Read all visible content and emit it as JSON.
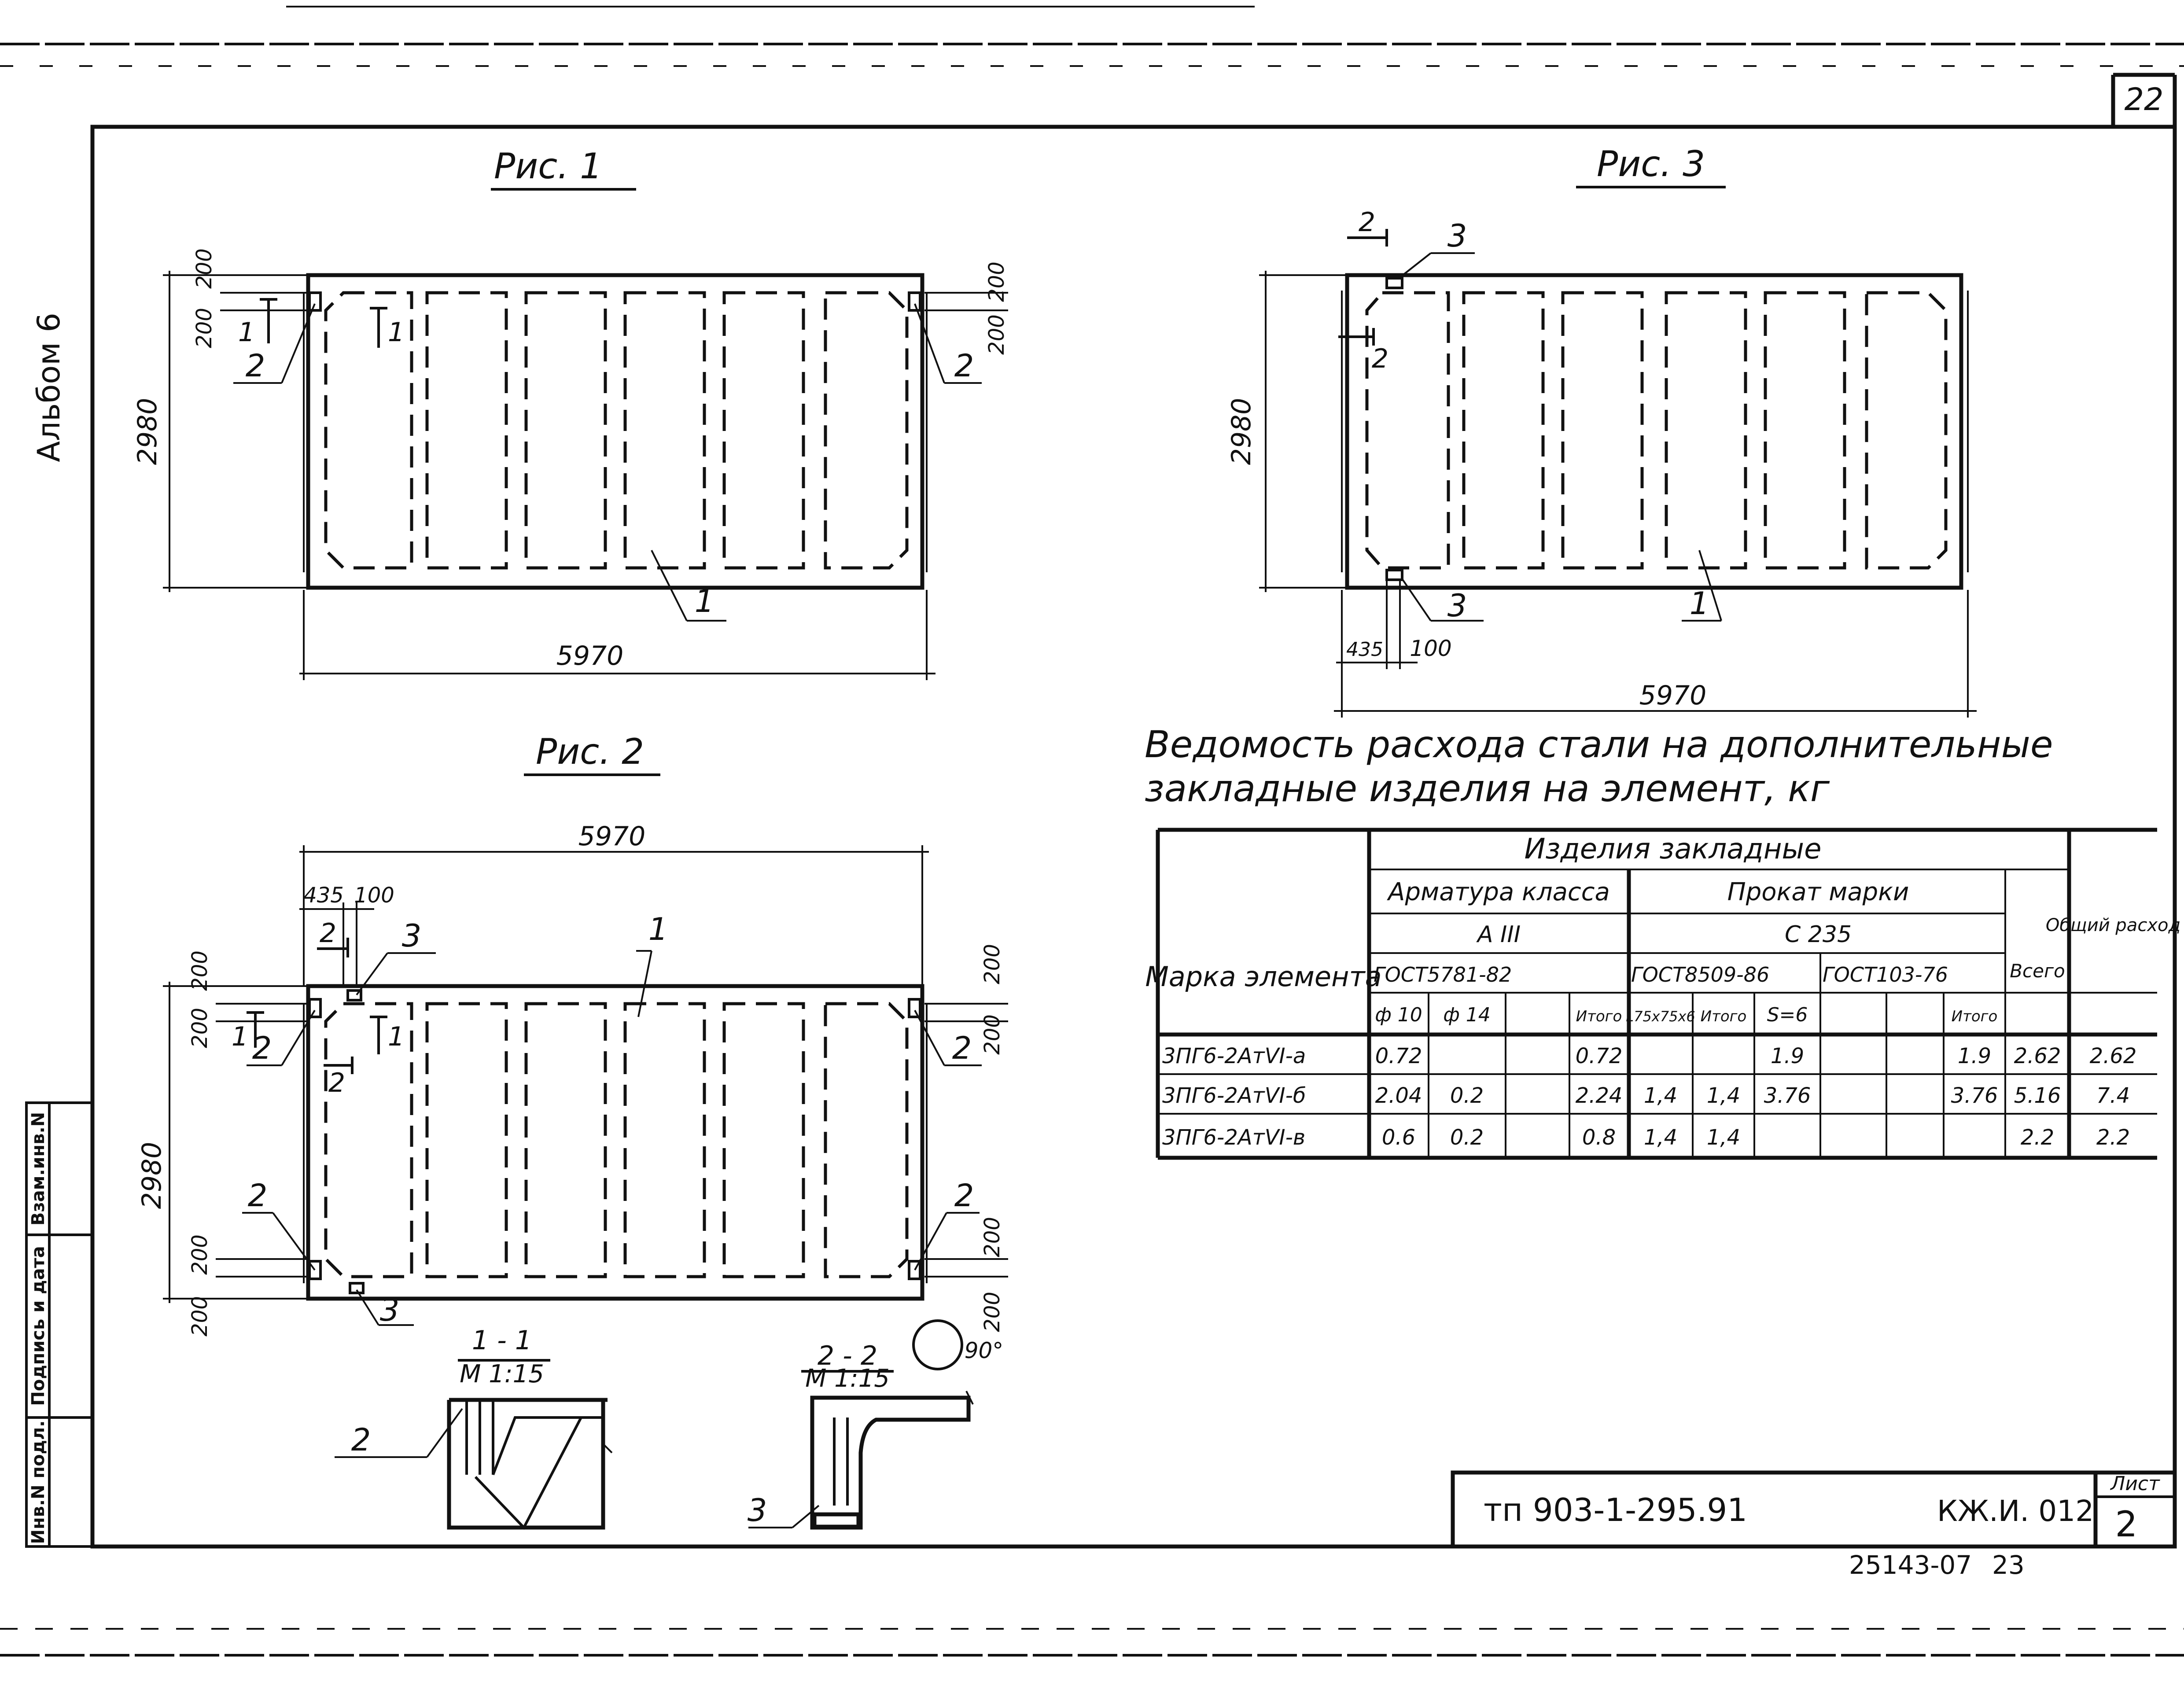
{
  "sheet": {
    "page_number": "22",
    "album_label": "Альбом 6",
    "doc_code": "тп 903-1-295.91",
    "doc_mark": "КЖ.И. 012",
    "sheet_label": "Лист",
    "sheet_number": "2",
    "order_number": "25143-07",
    "order_suffix": "23",
    "stamp_fields": [
      "Инв.N подл.",
      "Подпись и дата",
      "Взам.инв.N"
    ]
  },
  "fig1": {
    "title": "Рис. 1",
    "dim_length": "5970",
    "dim_height": "2980",
    "dim_200": "200",
    "section_mark": "1",
    "label_1": "1",
    "label_2": "2"
  },
  "fig2": {
    "title": "Рис. 2",
    "dim_length": "5970",
    "dim_height": "2980",
    "dim_435": "435",
    "dim_100": "100",
    "dim_200": "200",
    "section_mark_1": "1",
    "section_mark_2": "2",
    "label_1": "1",
    "label_2": "2",
    "label_3": "3"
  },
  "fig3": {
    "title": "Рис. 3",
    "dim_length": "5970",
    "dim_height": "2980",
    "dim_435": "435",
    "dim_100": "100",
    "section_mark_2": "2",
    "label_1": "1",
    "label_3": "3"
  },
  "section_1_1": {
    "title": "1 - 1",
    "scale": "М 1:15",
    "label": "2"
  },
  "section_2_2": {
    "title": "2 - 2",
    "scale": "М 1:15",
    "label": "3",
    "rotation": "90°"
  },
  "table": {
    "title_line1": "Ведомость расхода стали на дополнительные",
    "title_line2": "закладные изделия на элемент, кг",
    "header_mark": "Марка элемента",
    "header_items": "Изделия закладные",
    "header_rebar_class": "Арматура класса",
    "rebar_class": "А III",
    "header_rolled": "Прокат марки",
    "rolled_grade": "С 235",
    "gost_rebar": "ГОСТ5781-82",
    "gost_angle": "ГОСТ8509-86",
    "gost_plate": "ГОСТ103-76",
    "col_d10": "ф 10",
    "col_d14": "ф 14",
    "col_total": "Итого",
    "col_angle": "L75x75x6",
    "col_plate": "S=6",
    "col_all": "Всего",
    "col_overall": "Общий расход",
    "rows": [
      {
        "mark": "3ПГ6-2АтVI-а",
        "d10": "0.72",
        "d14": "",
        "rebar_total": "0.72",
        "angle": "",
        "angle_total": "",
        "plate": "1.9",
        "plate_total": "1.9",
        "all": "2.62",
        "overall": "2.62"
      },
      {
        "mark": "3ПГ6-2АтVI-б",
        "d10": "2.04",
        "d14": "0.2",
        "rebar_total": "2.24",
        "angle": "1,4",
        "angle_total": "1,4",
        "plate": "3.76",
        "plate_total": "3.76",
        "all": "5.16",
        "overall": "7.4"
      },
      {
        "mark": "3ПГ6-2АтVI-в",
        "d10": "0.6",
        "d14": "0.2",
        "rebar_total": "0.8",
        "angle": "1,4",
        "angle_total": "1,4",
        "plate": "",
        "plate_total": "",
        "all": "2.2",
        "overall": "2.2"
      }
    ]
  }
}
